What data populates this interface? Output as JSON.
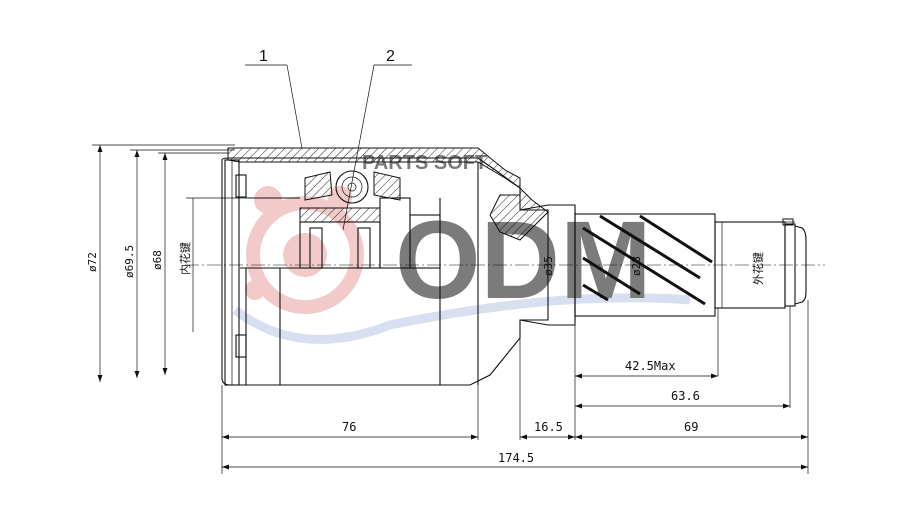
{
  "callouts": [
    {
      "id": "callout-1",
      "label": "1"
    },
    {
      "id": "callout-2",
      "label": "2"
    }
  ],
  "diameters": {
    "d72": "ø72",
    "d69_5": "ø69.5",
    "d68": "ø68",
    "d35": "ø35",
    "d28": "ø28"
  },
  "spline_labels": {
    "inner": "内花键",
    "outer": "外花键"
  },
  "lengths": {
    "l42_5": "42.5Max",
    "l63_6": "63.6",
    "l76": "76",
    "l16_5": "16.5",
    "l69": "69",
    "l174_5": "174.5"
  },
  "watermark": {
    "text": "PARTS SOFT",
    "logo_text": "ODM",
    "colors": {
      "red": "#e8a0a0",
      "blue": "#b8c6e6"
    }
  }
}
